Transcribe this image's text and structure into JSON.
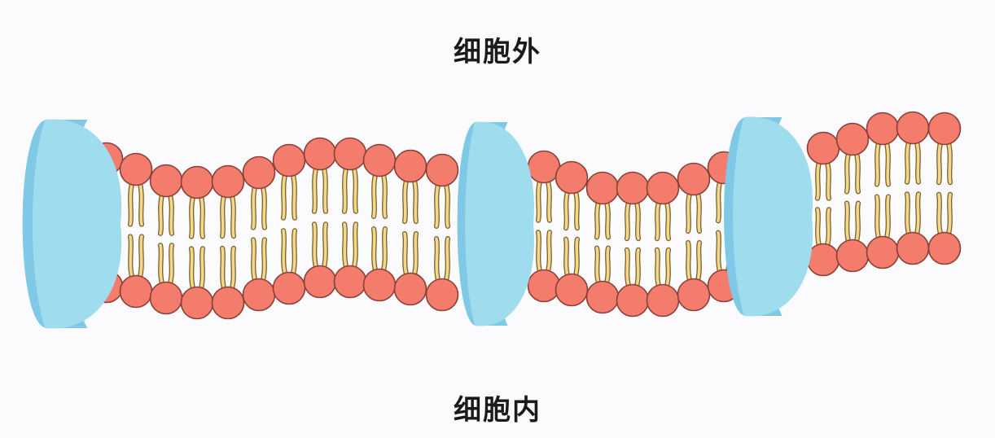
{
  "labels": {
    "outside": "细胞外",
    "inside": "细胞内"
  },
  "colors": {
    "background": "#fbfbfd",
    "phosphate_head": "#f47c6c",
    "head_outline": "#8a4038",
    "lipid_tail": "#f3d88a",
    "tail_outline": "#7a6130",
    "protein_fill": "#9fdcee",
    "protein_shade": "#7fc9e6"
  },
  "components": {
    "membrane_segments": 3,
    "membrane_proteins": 3
  }
}
